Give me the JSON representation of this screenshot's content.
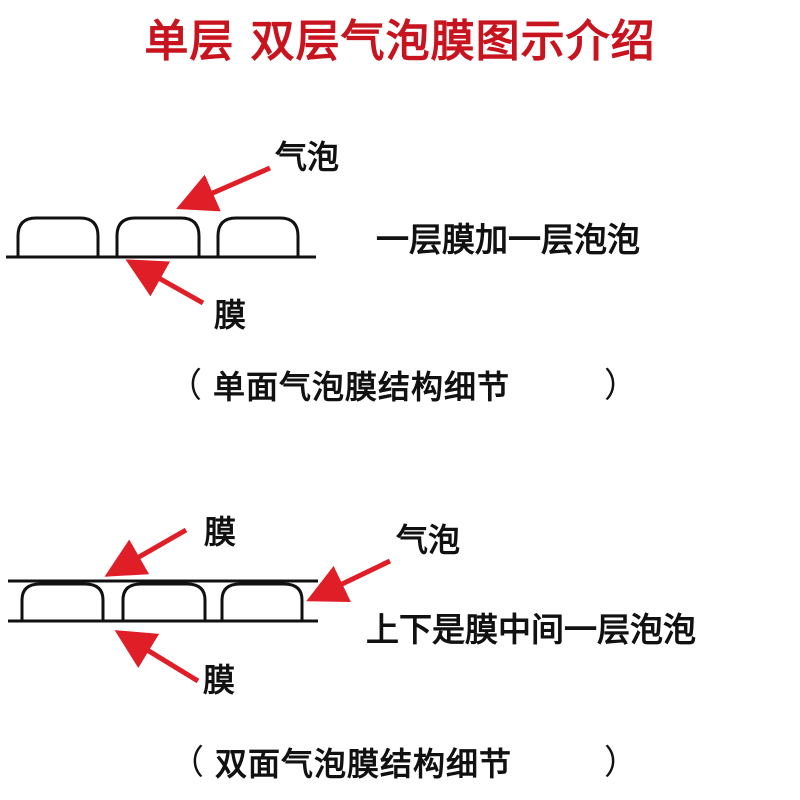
{
  "title": "单层  双层气泡膜图示介绍",
  "colors": {
    "title": "#c8141e",
    "arrow": "#e01e28",
    "line": "#111111"
  },
  "single": {
    "bubble_label": "气泡",
    "film_label": "膜",
    "description": "一层膜加一层泡泡",
    "caption": "单面气泡膜结构细节",
    "paren_open": "（",
    "paren_close": "）"
  },
  "double": {
    "film_top_label": "膜",
    "bubble_label": "气泡",
    "film_bottom_label": "膜",
    "description": "上下是膜中间一层泡泡",
    "caption": "双面气泡膜结构细节",
    "paren_open": "（",
    "paren_close": "）"
  }
}
